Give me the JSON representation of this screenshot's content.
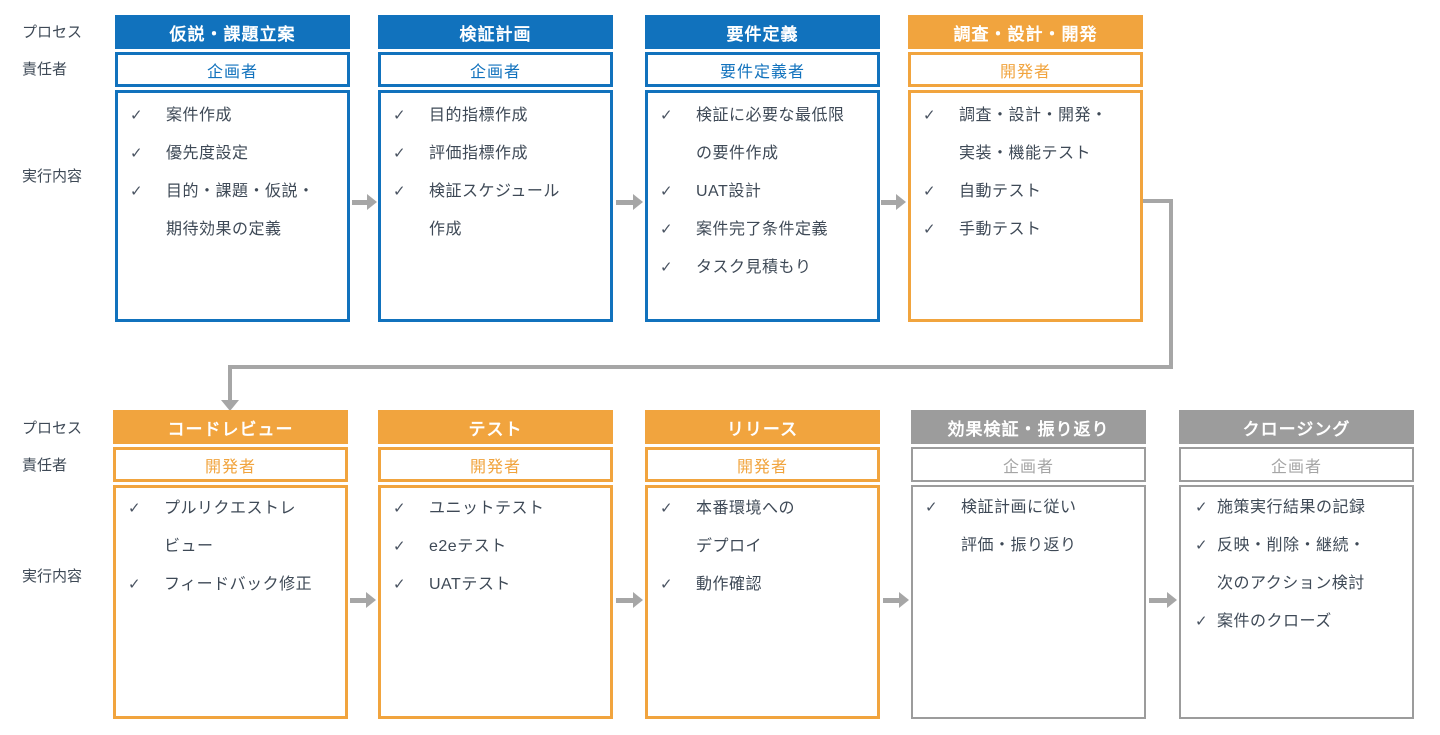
{
  "palette": {
    "blue": "#1172BD",
    "orange": "#F1A43E",
    "gray": "#9C9C9C",
    "arrow_gray": "#A6A6A6",
    "text": "#3E4956"
  },
  "labels": {
    "process": "プロセス",
    "owner": "責任者",
    "content": "実行内容"
  },
  "check_glyph": "✓",
  "rows": [
    {
      "boxes": [
        {
          "title": "仮説・課題立案",
          "owner": "企画者",
          "theme": "blue",
          "items": [
            "案件作成",
            "優先度設定",
            "目的・課題・仮説・\n期待効果の定義"
          ]
        },
        {
          "title": "検証計画",
          "owner": "企画者",
          "theme": "blue",
          "items": [
            "目的指標作成",
            "評価指標作成",
            "検証スケジュール\n作成"
          ]
        },
        {
          "title": "要件定義",
          "owner": "要件定義者",
          "theme": "blue",
          "items": [
            "検証に必要な最低限\nの要件作成",
            "UAT設計",
            "案件完了条件定義",
            "タスク見積もり"
          ]
        },
        {
          "title": "調査・設計・開発",
          "owner": "開発者",
          "theme": "orange",
          "items": [
            "調査・設計・開発・\n実装・機能テスト",
            "自動テスト",
            "手動テスト"
          ]
        }
      ]
    },
    {
      "boxes": [
        {
          "title": "コードレビュー",
          "owner": "開発者",
          "theme": "orange",
          "items": [
            "プルリクエストレ\nビュー",
            "フィードバック修正"
          ]
        },
        {
          "title": "テスト",
          "owner": "開発者",
          "theme": "orange",
          "items": [
            "ユニットテスト",
            "e2eテスト",
            "UATテスト"
          ]
        },
        {
          "title": "リリース",
          "owner": "開発者",
          "theme": "orange",
          "items": [
            "本番環境への\nデプロイ",
            "動作確認"
          ]
        },
        {
          "title": "効果検証・振り返り",
          "owner": "企画者",
          "theme": "gray",
          "items": [
            "検証計画に従い\n評価・振り返り"
          ]
        },
        {
          "title": "クロージング",
          "owner": "企画者",
          "theme": "gray",
          "items": [
            "施策実行結果の記録",
            "反映・削除・継続・\n次のアクション検討",
            "案件のクローズ"
          ]
        }
      ]
    }
  ]
}
